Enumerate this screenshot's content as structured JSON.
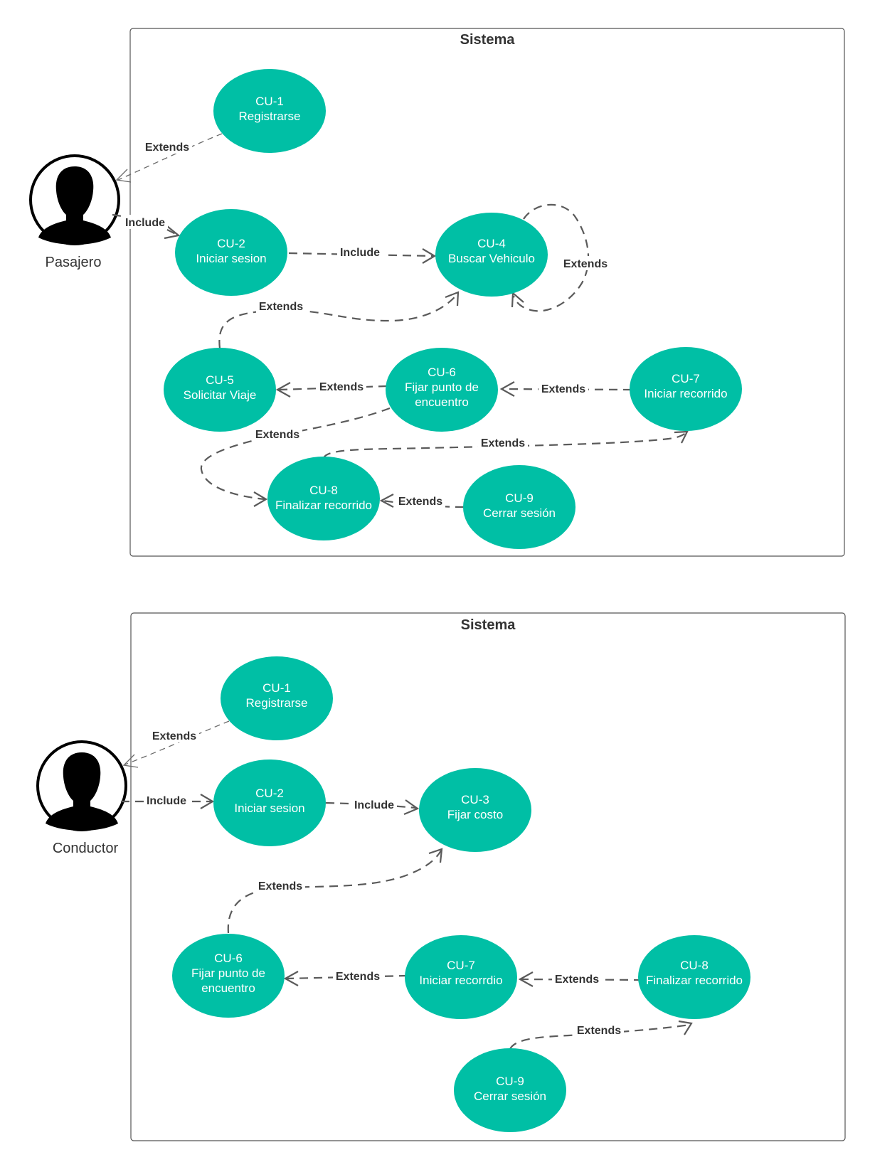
{
  "diagram_1": {
    "title": "Sistema",
    "actor": "Pasajero",
    "use_cases": {
      "cu1": {
        "id": "CU-1",
        "lines": [
          "Registrarse"
        ]
      },
      "cu2": {
        "id": "CU-2",
        "lines": [
          "Iniciar sesion"
        ]
      },
      "cu4": {
        "id": "CU-4",
        "lines": [
          "Buscar Vehiculo"
        ]
      },
      "cu5": {
        "id": "CU-5",
        "lines": [
          "Solicitar Viaje"
        ]
      },
      "cu6": {
        "id": "CU-6",
        "lines": [
          "Fijar punto de",
          "encuentro"
        ]
      },
      "cu7": {
        "id": "CU-7",
        "lines": [
          "Iniciar recorrido"
        ]
      },
      "cu8": {
        "id": "CU-8",
        "lines": [
          "Finalizar recorrido"
        ]
      },
      "cu9": {
        "id": "CU-9",
        "lines": [
          "Cerrar sesión"
        ]
      }
    },
    "relations": [
      {
        "from": "CU-1",
        "to": "Pasajero",
        "label": "Extends"
      },
      {
        "from": "Pasajero",
        "to": "CU-2",
        "label": "Include"
      },
      {
        "from": "CU-2",
        "to": "CU-4",
        "label": "Include"
      },
      {
        "from": "CU-4",
        "to": "CU-4",
        "label": "Extends"
      },
      {
        "from": "CU-5",
        "to": "CU-4",
        "label": "Extends"
      },
      {
        "from": "CU-6",
        "to": "CU-5",
        "label": "Extends"
      },
      {
        "from": "CU-7",
        "to": "CU-6",
        "label": "Extends"
      },
      {
        "from": "CU-6",
        "to": "CU-8",
        "label": "Extends"
      },
      {
        "from": "CU-8",
        "to": "CU-7",
        "label": "Extends"
      },
      {
        "from": "CU-9",
        "to": "CU-8",
        "label": "Extends"
      }
    ]
  },
  "diagram_2": {
    "title": "Sistema",
    "actor": "Conductor",
    "use_cases": {
      "cu1": {
        "id": "CU-1",
        "lines": [
          "Registrarse"
        ]
      },
      "cu2": {
        "id": "CU-2",
        "lines": [
          "Iniciar sesion"
        ]
      },
      "cu3": {
        "id": "CU-3",
        "lines": [
          "Fijar costo"
        ]
      },
      "cu6": {
        "id": "CU-6",
        "lines": [
          "Fijar punto de",
          "encuentro"
        ]
      },
      "cu7": {
        "id": "CU-7",
        "lines": [
          "Iniciar recorrdio"
        ]
      },
      "cu8": {
        "id": "CU-8",
        "lines": [
          "Finalizar recorrido"
        ]
      },
      "cu9": {
        "id": "CU-9",
        "lines": [
          "Cerrar sesión"
        ]
      }
    },
    "relations": [
      {
        "from": "CU-1",
        "to": "Conductor",
        "label": "Extends"
      },
      {
        "from": "Conductor",
        "to": "CU-2",
        "label": "Include"
      },
      {
        "from": "CU-2",
        "to": "CU-3",
        "label": "Include"
      },
      {
        "from": "CU-6",
        "to": "CU-3",
        "label": "Extends"
      },
      {
        "from": "CU-7",
        "to": "CU-6",
        "label": "Extends"
      },
      {
        "from": "CU-8",
        "to": "CU-7",
        "label": "Extends"
      },
      {
        "from": "CU-9",
        "to": "CU-8",
        "label": "Extends"
      }
    ]
  }
}
